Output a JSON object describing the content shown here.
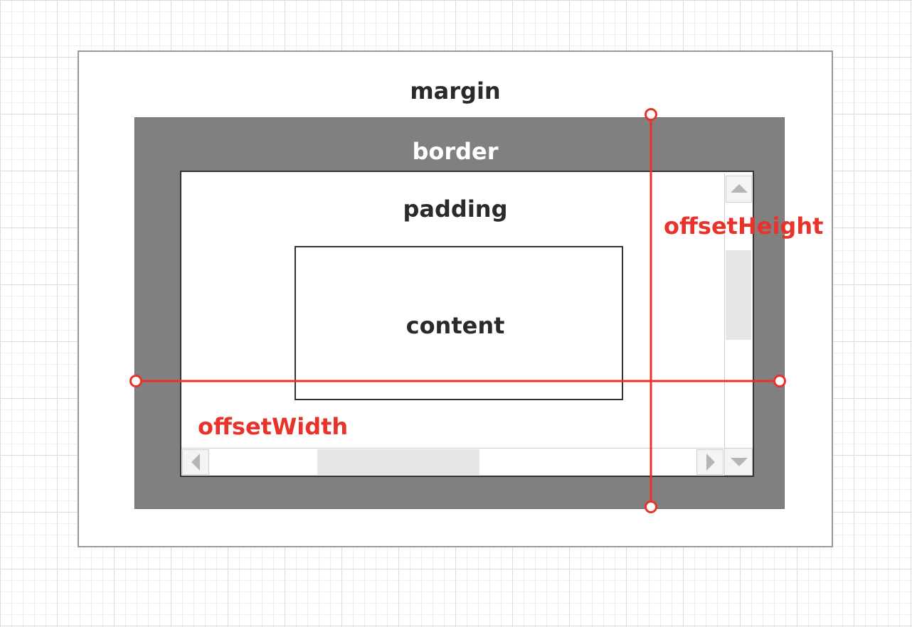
{
  "labels": {
    "margin": "margin",
    "border": "border",
    "padding": "padding",
    "content": "content"
  },
  "measures": {
    "offset_width": "offsetWidth",
    "offset_height": "offsetHeight"
  },
  "colors": {
    "measure_line": "#e8322a",
    "border_fill": "#808080",
    "box_outline": "#333333"
  }
}
